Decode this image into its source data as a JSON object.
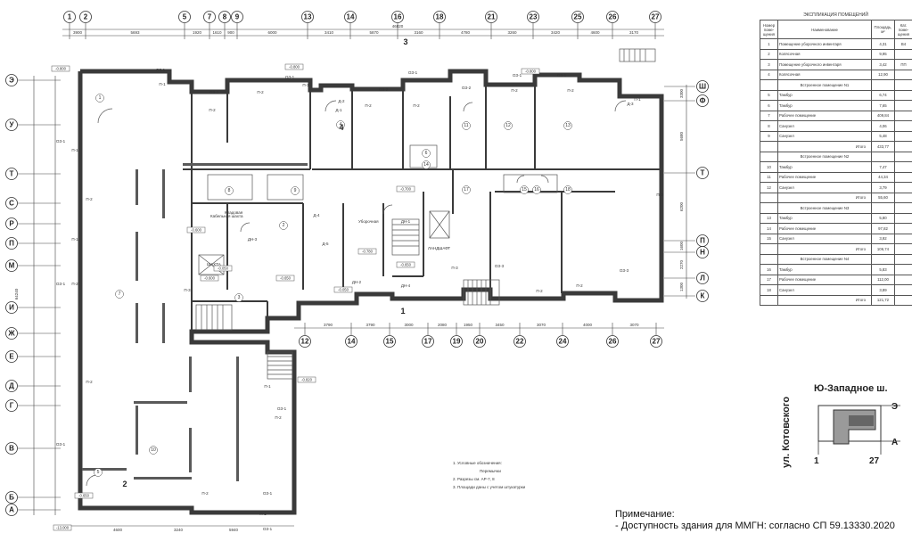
{
  "plan": {
    "axes_top": [
      "1",
      "2",
      "5",
      "7",
      "8",
      "9",
      "13",
      "14",
      "16",
      "18",
      "21",
      "23",
      "25",
      "26",
      "27"
    ],
    "axes_bottom_right": [
      "12",
      "14",
      "15",
      "17",
      "19",
      "20",
      "22",
      "24",
      "26",
      "27"
    ],
    "axes_left": [
      "Э",
      "У",
      "Т",
      "С",
      "Р",
      "П",
      "М",
      "И",
      "Ж",
      "Е",
      "Д",
      "Г",
      "В",
      "Б",
      "А"
    ],
    "axes_right": [
      "Ш",
      "Ф",
      "Т",
      "П",
      "Н",
      "Л",
      "К"
    ],
    "dims_top": [
      "3900",
      "5693",
      "1920",
      "1610",
      "900",
      "6000",
      "3410",
      "5870",
      "3160",
      "4780",
      "3260",
      "3420",
      "4600",
      "3170"
    ],
    "dim_total_top": "46820",
    "dims_bottom": [
      "4600",
      "3240",
      "5940"
    ],
    "dims_inner_bottom": [
      "3790",
      "3790",
      "3000",
      "2080",
      "1950",
      "3450",
      "3070",
      "4000",
      "3070"
    ],
    "dims_right": [
      "3300",
      "5680",
      "6200",
      "1600",
      "2270",
      "1300"
    ],
    "dim_total_left": "64240",
    "level_marks": [
      "-0.800",
      "-0.650",
      "-0.600",
      "-0.050",
      "-0.700",
      "-0.780",
      "-0.650",
      "-0.650",
      "-0.600",
      "-0.050",
      "-0.800",
      "-0.800",
      "-13.000",
      "-0.820"
    ],
    "wall_labels": [
      "ОЗ-1",
      "П-1",
      "П-2",
      "П-3",
      "ОЗ-2",
      "ОЗ-3",
      "Д-1",
      "Д-2",
      "Д-3",
      "Д-4",
      "ДН-1",
      "ДН-2",
      "ДН-3",
      "Д-5",
      "ДН-4"
    ],
    "room_numbers": [
      "1",
      "2",
      "3",
      "4",
      "5",
      "6",
      "7",
      "8",
      "9",
      "10",
      "11",
      "12",
      "13",
      "14",
      "15",
      "16",
      "17",
      "18"
    ],
    "cut_marks": [
      "3",
      "4",
      "1",
      "2"
    ],
    "notes_small": [
      "Кабельная шахта",
      "ЛАНДШАФТ",
      "ШАХТА",
      "Уборочная",
      "Кладовая"
    ]
  },
  "explication": {
    "title": "ЭКСПЛИКАЦИЯ ПОМЕЩЕНИЙ",
    "headers": [
      "Номер поме-щения",
      "Наименование",
      "Площадь, м²",
      "Кат. поме-щения"
    ],
    "rows": [
      {
        "n": "1",
        "name": "Помещение уборочного инвентаря",
        "area": "4,31",
        "cat": "В4"
      },
      {
        "n": "2",
        "name": "Колясочная",
        "area": "9,95",
        "cat": ""
      },
      {
        "n": "3",
        "name": "Помещение уборочного инвентаря",
        "area": "3,42",
        "cat": "ПП"
      },
      {
        "n": "4",
        "name": "Колясочная",
        "area": "12,90",
        "cat": ""
      },
      {
        "section": "Встроенное помещение N1"
      },
      {
        "n": "5",
        "name": "Тамбур",
        "area": "6,74",
        "cat": ""
      },
      {
        "n": "6",
        "name": "Тамбур",
        "area": "7,65",
        "cat": ""
      },
      {
        "n": "7",
        "name": "Рабочее помещение",
        "area": "409,84",
        "cat": ""
      },
      {
        "n": "8",
        "name": "Санузел",
        "area": "4,06",
        "cat": ""
      },
      {
        "n": "9",
        "name": "Санузел",
        "area": "5,48",
        "cat": ""
      },
      {
        "total": "Итого",
        "area": "433,77"
      },
      {
        "section": "Встроенное помещение N2"
      },
      {
        "n": "10",
        "name": "Тамбур",
        "area": "7,47",
        "cat": ""
      },
      {
        "n": "11",
        "name": "Рабочее помещение",
        "area": "44,34",
        "cat": ""
      },
      {
        "n": "12",
        "name": "Санузел",
        "area": "3,79",
        "cat": ""
      },
      {
        "total": "Итого",
        "area": "55,60"
      },
      {
        "section": "Встроенное помещение N3"
      },
      {
        "n": "13",
        "name": "Тамбур",
        "area": "5,80",
        "cat": ""
      },
      {
        "n": "14",
        "name": "Рабочее помещение",
        "area": "97,82",
        "cat": ""
      },
      {
        "n": "15",
        "name": "Санузел",
        "area": "3,92",
        "cat": ""
      },
      {
        "total": "Итого",
        "area": "106,74"
      },
      {
        "section": "Встроенное помещение N4"
      },
      {
        "n": "16",
        "name": "Тамбур",
        "area": "5,83",
        "cat": ""
      },
      {
        "n": "17",
        "name": "Рабочее помещение",
        "area": "112,00",
        "cat": ""
      },
      {
        "n": "18",
        "name": "Санузел",
        "area": "3,89",
        "cat": ""
      },
      {
        "total": "Итого",
        "area": "121,72"
      }
    ]
  },
  "keyplan": {
    "title": "Ю-Западное ш.",
    "street": "ул. Котовского",
    "axis_left": "1",
    "axis_right": "27",
    "axis_top": "Э",
    "axis_bottom": "А"
  },
  "legend": {
    "items": [
      "1. Условные обозначения:",
      "Перемычки",
      "2. Разрезы см. АР-7, 8",
      "3. Площади даны с учетом штукатурки"
    ]
  },
  "notes": {
    "heading": "Примечание:",
    "line1": "- Доступность здания для ММГН:  согласно СП 59.13330.2020"
  }
}
